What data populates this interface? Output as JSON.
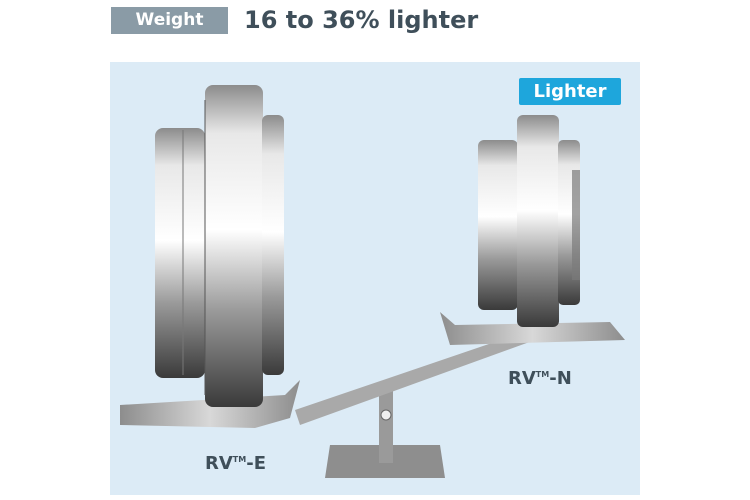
{
  "header": {
    "tag": "Weight",
    "headline": "16 to 36% lighter"
  },
  "badge": "Lighter",
  "labels": {
    "left": {
      "prefix": "RV",
      "tm": "TM",
      "suffix": "-E"
    },
    "right": {
      "prefix": "RV",
      "tm": "TM",
      "suffix": "-N"
    }
  },
  "colors": {
    "panel": "#dcebf6",
    "badge": "#1ea6dc",
    "tag": "#8a9ba6",
    "text": "#3f4f5a"
  }
}
